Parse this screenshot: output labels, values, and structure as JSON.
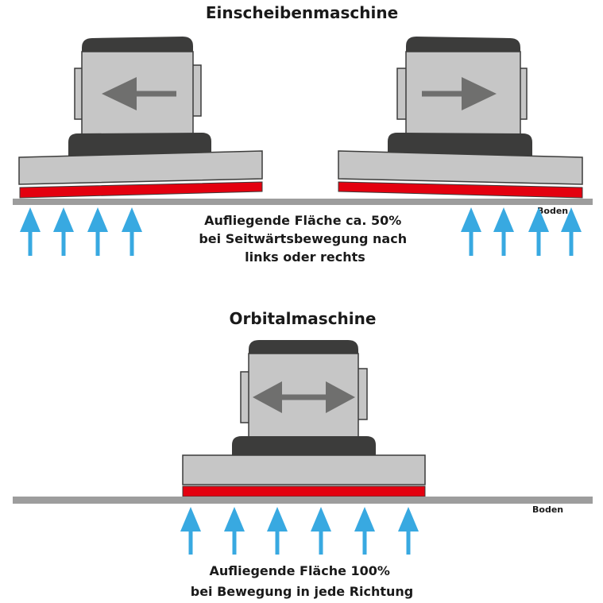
{
  "top": {
    "title": "Einscheibenmaschine",
    "caption_lines": [
      "Aufliegende Fläche ca. 50%",
      "bei Seitwärtsbewegung nach",
      "links oder rechts"
    ],
    "floor_label": "Boden",
    "left_machine_arrow": "left-arrow-icon",
    "right_machine_arrow": "right-arrow-icon"
  },
  "bottom": {
    "title": "Orbitalmaschine",
    "caption_lines": [
      "Aufliegende Fläche 100%",
      "bei Bewegung in jede Richtung"
    ],
    "floor_label": "Boden",
    "machine_arrow": "double-arrow-icon"
  },
  "colors": {
    "pad_red": "#e3000f",
    "support_arrow_blue": "#38a9e1",
    "floor_gray": "#9d9d9d",
    "machine_gray": "#c6c6c6",
    "machine_dark": "#3c3c3b"
  }
}
